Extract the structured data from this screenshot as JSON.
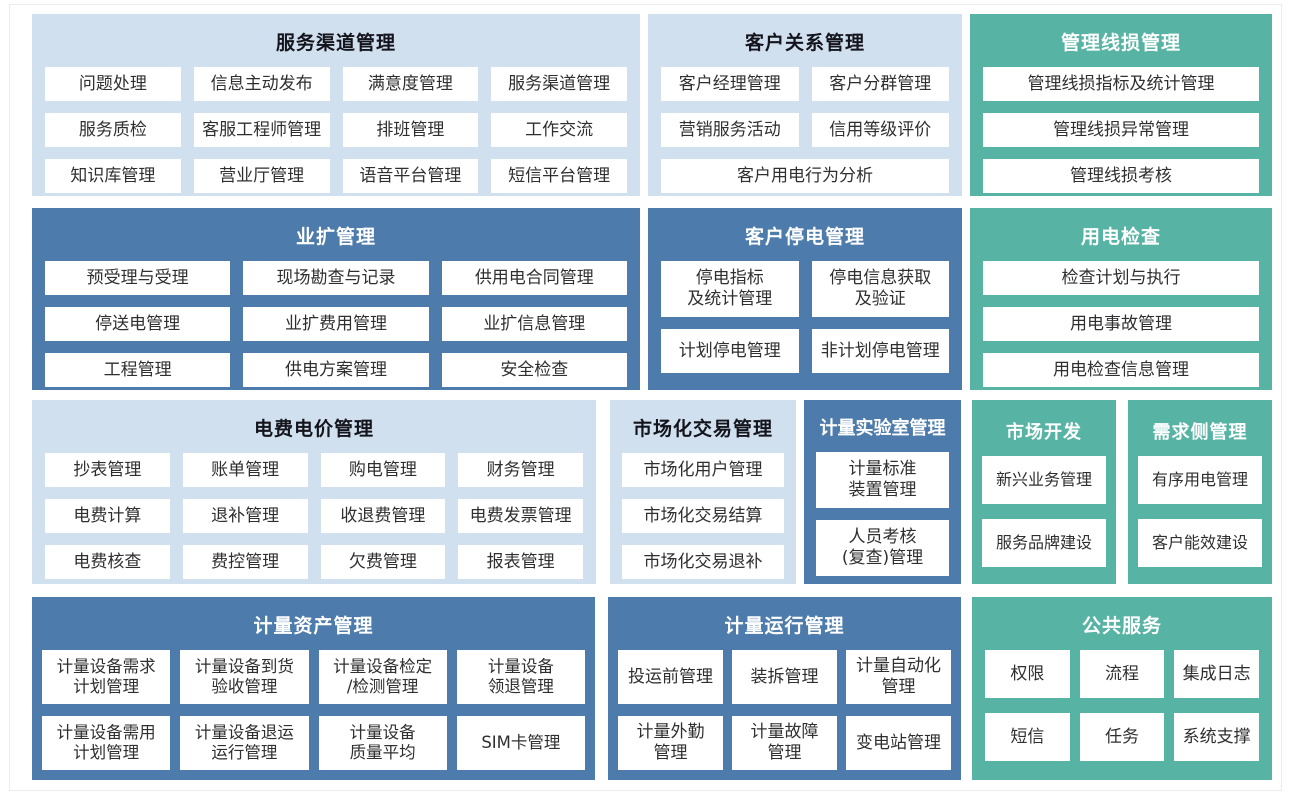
{
  "palette": {
    "light_blue": "#d0e0ef",
    "dark_blue": "#4d7bab",
    "teal": "#57b3a3",
    "box_bg": "#ffffff",
    "title_on_light": "#14141c",
    "title_on_color": "#ffffff",
    "item_text": "#2f2f2f"
  },
  "blocks": [
    {
      "title": "服务渠道管理",
      "items": [
        {
          "label": "问题处理"
        },
        {
          "label": "信息主动发布"
        },
        {
          "label": "满意度管理"
        },
        {
          "label": "服务渠道管理"
        },
        {
          "label": "服务质检"
        },
        {
          "label": "客服工程师管理"
        },
        {
          "label": "排班管理"
        },
        {
          "label": "工作交流"
        },
        {
          "label": "知识库管理"
        },
        {
          "label": "营业厅管理"
        },
        {
          "label": "语音平台管理"
        },
        {
          "label": "短信平台管理"
        }
      ]
    },
    {
      "title": "客户关系管理",
      "items": [
        {
          "label": "客户经理管理"
        },
        {
          "label": "客户分群管理"
        },
        {
          "label": "营销服务活动"
        },
        {
          "label": "信用等级评价"
        },
        {
          "label": "客户用电行为分析"
        }
      ]
    },
    {
      "title": "管理线损管理",
      "items": [
        {
          "label": "管理线损指标及统计管理"
        },
        {
          "label": "管理线损异常管理"
        },
        {
          "label": "管理线损考核"
        }
      ]
    },
    {
      "title": "业扩管理",
      "items": [
        {
          "label": "预受理与受理"
        },
        {
          "label": "现场勘查与记录"
        },
        {
          "label": "供用电合同管理"
        },
        {
          "label": "停送电管理"
        },
        {
          "label": "业扩费用管理"
        },
        {
          "label": "业扩信息管理"
        },
        {
          "label": "工程管理"
        },
        {
          "label": "供电方案管理"
        },
        {
          "label": "安全检查"
        }
      ]
    },
    {
      "title": "客户停电管理",
      "items": [
        {
          "label": "停电指标\n及统计管理"
        },
        {
          "label": "停电信息获取\n及验证"
        },
        {
          "label": "计划停电管理"
        },
        {
          "label": "非计划停电管理"
        }
      ]
    },
    {
      "title": "用电检查",
      "items": [
        {
          "label": "检查计划与执行"
        },
        {
          "label": "用电事故管理"
        },
        {
          "label": "用电检查信息管理"
        }
      ]
    },
    {
      "title": "电费电价管理",
      "items": [
        {
          "label": "抄表管理"
        },
        {
          "label": "账单管理"
        },
        {
          "label": "购电管理"
        },
        {
          "label": "财务管理"
        },
        {
          "label": "电费计算"
        },
        {
          "label": "退补管理"
        },
        {
          "label": "收退费管理"
        },
        {
          "label": "电费发票管理"
        },
        {
          "label": "电费核查"
        },
        {
          "label": "费控管理"
        },
        {
          "label": "欠费管理"
        },
        {
          "label": "报表管理"
        }
      ]
    },
    {
      "title": "市场化交易管理",
      "items": [
        {
          "label": "市场化用户管理"
        },
        {
          "label": "市场化交易结算"
        },
        {
          "label": "市场化交易退补"
        }
      ]
    },
    {
      "title": "计量实验室管理",
      "items": [
        {
          "label": "计量标准\n装置管理"
        },
        {
          "label": "人员考核\n(复查)管理"
        }
      ]
    },
    {
      "title": "市场开发",
      "items": [
        {
          "label": "新兴业务管理"
        },
        {
          "label": "服务品牌建设"
        }
      ]
    },
    {
      "title": "需求侧管理",
      "items": [
        {
          "label": "有序用电管理"
        },
        {
          "label": "客户能效建设"
        }
      ]
    },
    {
      "title": "计量资产管理",
      "items": [
        {
          "label": "计量设备需求\n计划管理"
        },
        {
          "label": "计量设备到货\n验收管理"
        },
        {
          "label": "计量设备检定\n/检测管理"
        },
        {
          "label": "计量设备\n领退管理"
        },
        {
          "label": "计量设备需用\n计划管理"
        },
        {
          "label": "计量设备退运\n运行管理"
        },
        {
          "label": "计量设备\n质量平均"
        },
        {
          "label": "SIM卡管理"
        }
      ]
    },
    {
      "title": "计量运行管理",
      "items": [
        {
          "label": "投运前管理"
        },
        {
          "label": "装拆管理"
        },
        {
          "label": "计量自动化\n管理"
        },
        {
          "label": "计量外勤\n管理"
        },
        {
          "label": "计量故障\n管理"
        },
        {
          "label": "变电站管理"
        }
      ]
    },
    {
      "title": "公共服务",
      "items": [
        {
          "label": "权限"
        },
        {
          "label": "流程"
        },
        {
          "label": "集成日志"
        },
        {
          "label": "短信"
        },
        {
          "label": "任务"
        },
        {
          "label": "系统支撑"
        }
      ]
    }
  ]
}
